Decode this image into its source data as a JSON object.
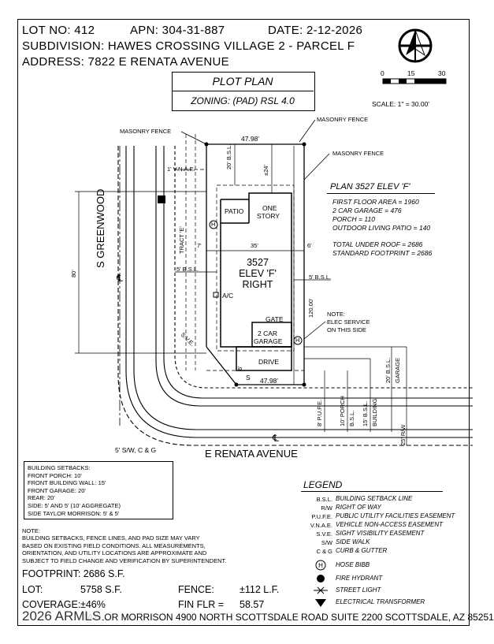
{
  "header": {
    "lot_no": "LOT NO: 412",
    "apn": "APN: 304-31-887",
    "date": "DATE: 2-12-2026",
    "subdivision": "SUBDIVISION: HAWES CROSSING VILLAGE 2 - PARCEL F",
    "address": "ADDRESS: 7822 E RENATA AVENUE"
  },
  "title_block": {
    "title": "PLOT PLAN",
    "zoning": "ZONING: (PAD) RSL 4.0"
  },
  "scale": {
    "ticks": [
      "0",
      "15",
      "30"
    ],
    "label": "SCALE: 1\" = 30.00'"
  },
  "callouts": {
    "masonry_fence_left": "MASONRY FENCE",
    "masonry_fence_top": "MASONRY FENCE",
    "masonry_fence_right": "MASONRY FENCE",
    "note_elec": [
      "NOTE:",
      "ELEC SERVICE",
      "ON THIS SIDE"
    ]
  },
  "plan_info": {
    "title": "PLAN 3527 ELEV 'F'",
    "lines": [
      "FIRST FLOOR AREA = 1960",
      "2 CAR GARAGE = 476",
      "PORCH = 110",
      "OUTDOOR LIVING PATIO = 140"
    ],
    "lines2": [
      "TOTAL UNDER ROOF = 2686",
      "STANDARD FOOTPRINT = 2686"
    ]
  },
  "site": {
    "street_side": "S   GREENWOOD",
    "street_front": "E   RENATA   AVENUE",
    "tract": "TRACT 'E'",
    "vnae": "1' V.N.A.E.",
    "sve": "S.V.E.",
    "sidewalk": "5' S/W, C & G",
    "house_plan": "3527",
    "house_elev": "ELEV 'F'",
    "house_hand": "RIGHT",
    "patio": "PATIO",
    "one_story": "ONE",
    "one_story2": "STORY",
    "ac": "A/C",
    "gate": "GATE",
    "garage1": "2 CAR",
    "garage2": "GARAGE",
    "drive": "DRIVE",
    "hose": "H",
    "s_mark": "S"
  },
  "dimensions": {
    "top_width": "47.98'",
    "bottom_width": "47.98'",
    "rear_bsl": "20' B.S.L.",
    "rear_24": "±24'",
    "side_7": "7'",
    "width_35": "35'",
    "side_6": "6'",
    "left_bsl": "5' B.S.L.",
    "right_bsl": "5' B.S.L.",
    "depth": "120.00'",
    "lot_side_80": "80'",
    "drive_6": "6'",
    "front_pufe": "8' P.U.F.E.",
    "front_porch": "10' PORCH",
    "front_porch2": "B.S.L.",
    "front_bldg": "15' B.S.L.",
    "front_bldg2": "BUILDING",
    "front_garage": "20' B.S.L.",
    "front_garage2": "GARAGE",
    "front_rw": "25' R/W"
  },
  "setbacks": {
    "title": "BUILDING SETBACKS:",
    "lines": [
      "FRONT PORCH: 10'",
      "FRONT BUILDING WALL: 15'",
      "FRONT GARAGE: 20'",
      "REAR: 20'",
      "SIDE: 5' AND 5' (10' AGGREGATE)",
      "SIDE TAYLOR MORRISON: 5' & 5'"
    ]
  },
  "note": {
    "title": "NOTE:",
    "lines": [
      "BUILDING SETBACKS, FENCE LINES, AND PAD SIZE MAY VARY",
      "BASED ON EXISTING FIELD CONDITIONS.  ALL MEASUREMENTS,",
      "ORIENTATION, AND UTILITY LOCATIONS ARE APPROXIMATE AND",
      "SUBJECT TO FIELD CHANGE AND VERIFICATION BY SUPERINTENDENT."
    ]
  },
  "stats": {
    "footprint": "FOOTPRINT: 2686 S.F.",
    "lot_label": "LOT:",
    "lot_value": "5758 S.F.",
    "fence_label": "FENCE:",
    "fence_value": "±112 L.F.",
    "coverage_label": "COVERAGE:",
    "coverage_value": "±46%",
    "finflr_label": "FIN FLR =",
    "finflr_value": "58.57"
  },
  "legend": {
    "title": "LEGEND",
    "items": [
      {
        "abbr": "B.S.L.",
        "desc": "BUILDING SETBACK LINE"
      },
      {
        "abbr": "R/W",
        "desc": "RIGHT OF WAY"
      },
      {
        "abbr": "P.U.F.E.",
        "desc": "PUBLIC UTILITY FACILITIES EASEMENT"
      },
      {
        "abbr": "V.N.A.E.",
        "desc": "VEHICLE NON-ACCESS EASEMENT"
      },
      {
        "abbr": "S.V.E.",
        "desc": "SIGHT VISIBILITY EASEMENT"
      },
      {
        "abbr": "S/W",
        "desc": "SIDE WALK"
      },
      {
        "abbr": "C & G",
        "desc": "CURB & GUTTER"
      }
    ],
    "symbols": [
      {
        "icon": "hose-bibb-icon",
        "desc": "HOSE BIBB"
      },
      {
        "icon": "fire-hydrant-icon",
        "desc": "FIRE HYDRANT"
      },
      {
        "icon": "street-light-icon",
        "desc": "STREET LIGHT"
      },
      {
        "icon": "electrical-transformer-icon",
        "desc": "ELECTRICAL TRANSFORMER"
      }
    ]
  },
  "footer": {
    "address": "TAYLOR MORRISON 4900 NORTH SCOTTSDALE ROAD SUITE 2200 SCOTTSDALE, AZ  85251",
    "watermark": "2026 ARMLS"
  }
}
